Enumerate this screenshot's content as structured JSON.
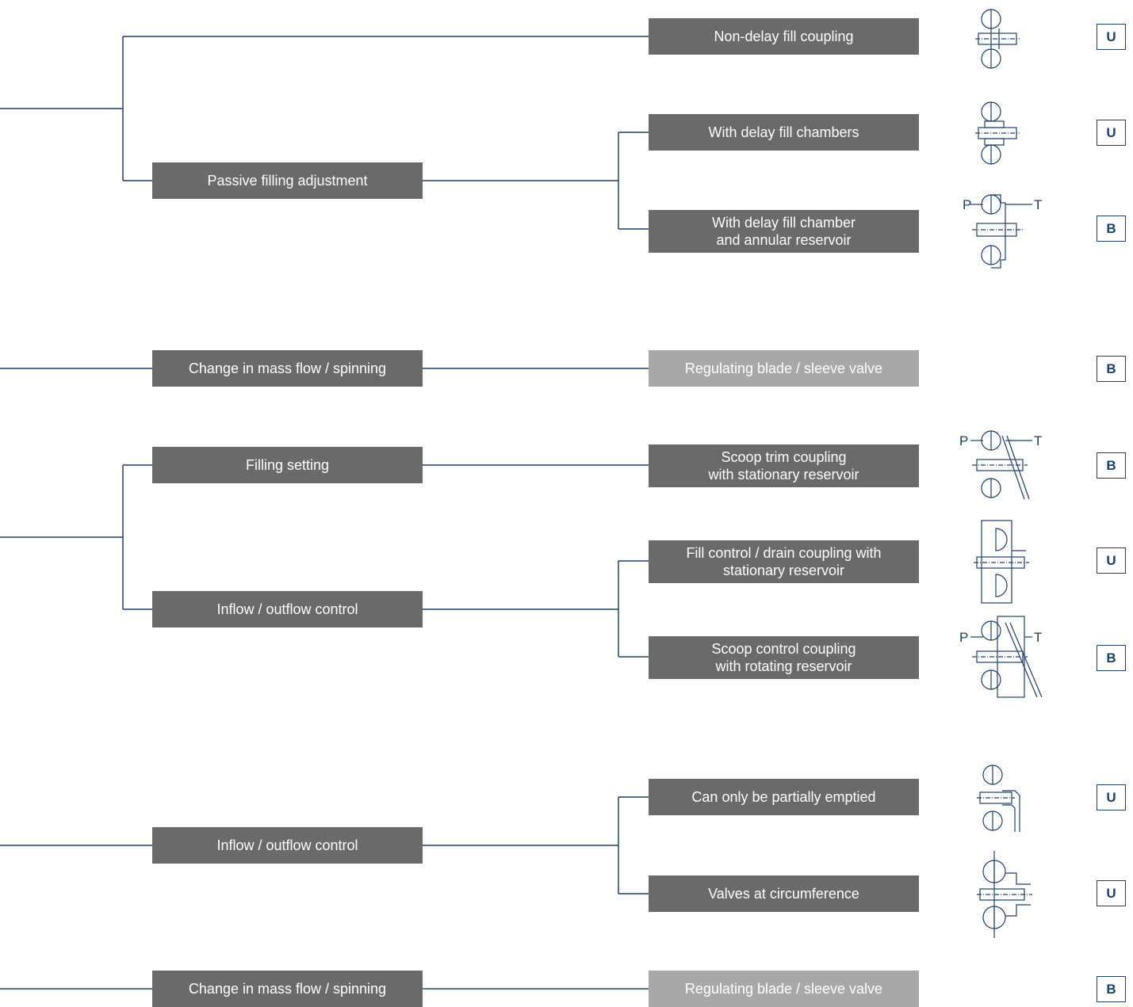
{
  "colors": {
    "line": "#1e3f6e",
    "box_dark": "#6a6a6a",
    "box_light": "#a8a8a8",
    "badge": "#1e3f6e"
  },
  "left_boxes": [
    {
      "id": "passive",
      "label": "Passive filling adjustment"
    },
    {
      "id": "mass1",
      "label": "Change in mass flow / spinning"
    },
    {
      "id": "filling",
      "label": "Filling setting"
    },
    {
      "id": "inout1",
      "label": "Inflow / outflow control"
    },
    {
      "id": "inout2",
      "label": "Inflow / outflow control"
    },
    {
      "id": "mass2",
      "label": "Change in mass flow / spinning"
    }
  ],
  "right_boxes": [
    {
      "id": "nondelay",
      "label": "Non-delay fill coupling",
      "style": "dark",
      "badge": "U",
      "symbol": "coupling-basic-icon"
    },
    {
      "id": "delaychambers",
      "label": "With delay fill chambers",
      "style": "dark",
      "badge": "U",
      "symbol": "coupling-delay-chamber-icon"
    },
    {
      "id": "delayannular",
      "label": "With delay fill chamber\nand annular reservoir",
      "style": "dark",
      "badge": "B",
      "symbol": "coupling-annular-reservoir-icon",
      "sym_labels": [
        "P",
        "T"
      ]
    },
    {
      "id": "blade1",
      "label": "Regulating blade / sleeve valve",
      "style": "light",
      "badge": "B"
    },
    {
      "id": "scooptrim",
      "label": "Scoop trim coupling\nwith stationary reservoir",
      "style": "dark",
      "badge": "B",
      "symbol": "scoop-trim-coupling-icon",
      "sym_labels": [
        "P",
        "T"
      ]
    },
    {
      "id": "fillcontrol",
      "label": "Fill control / drain coupling with\nstationary reservoir",
      "style": "dark",
      "badge": "U",
      "symbol": "fill-control-coupling-icon"
    },
    {
      "id": "scoopcontrol",
      "label": "Scoop control coupling\nwith rotating reservoir",
      "style": "dark",
      "badge": "B",
      "symbol": "scoop-control-coupling-icon",
      "sym_labels": [
        "P",
        "T"
      ]
    },
    {
      "id": "partial",
      "label": "Can only be partially emptied",
      "style": "dark",
      "badge": "U",
      "symbol": "partial-empty-coupling-icon"
    },
    {
      "id": "valves",
      "label": "Valves at circumference",
      "style": "dark",
      "badge": "U",
      "symbol": "valve-coupling-icon"
    },
    {
      "id": "blade2",
      "label": "Regulating blade / sleeve valve",
      "style": "light",
      "badge": "B"
    }
  ]
}
